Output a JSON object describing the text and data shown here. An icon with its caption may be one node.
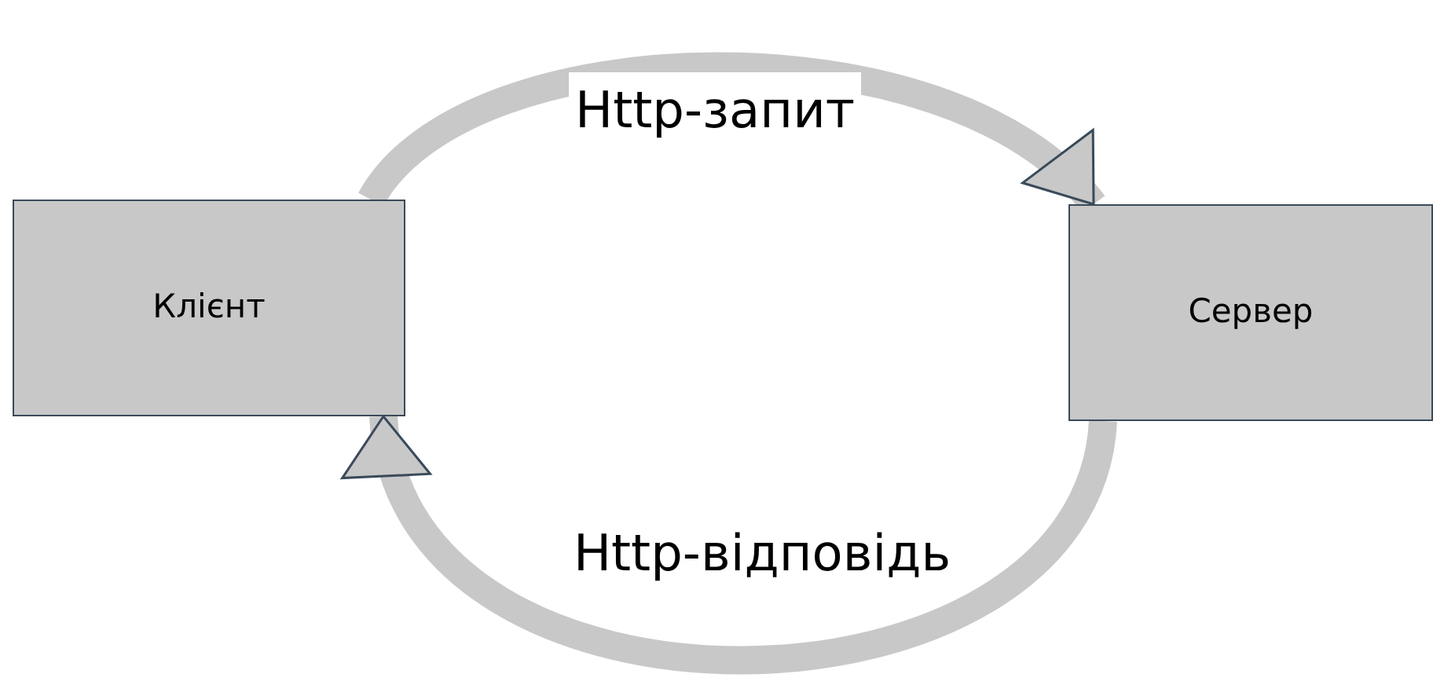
{
  "diagram": {
    "nodes": [
      {
        "text": [
          "Клієнт"
        ]
      },
      {
        "text": [
          "Сервер"
        ]
      }
    ],
    "edges": [
      {
        "from": 0,
        "to": 1,
        "arrow": "to",
        "label": "Http-запит"
      },
      {
        "from": 1,
        "to": 0,
        "arrow": "to",
        "label": "Http-відповідь"
      }
    ]
  }
}
